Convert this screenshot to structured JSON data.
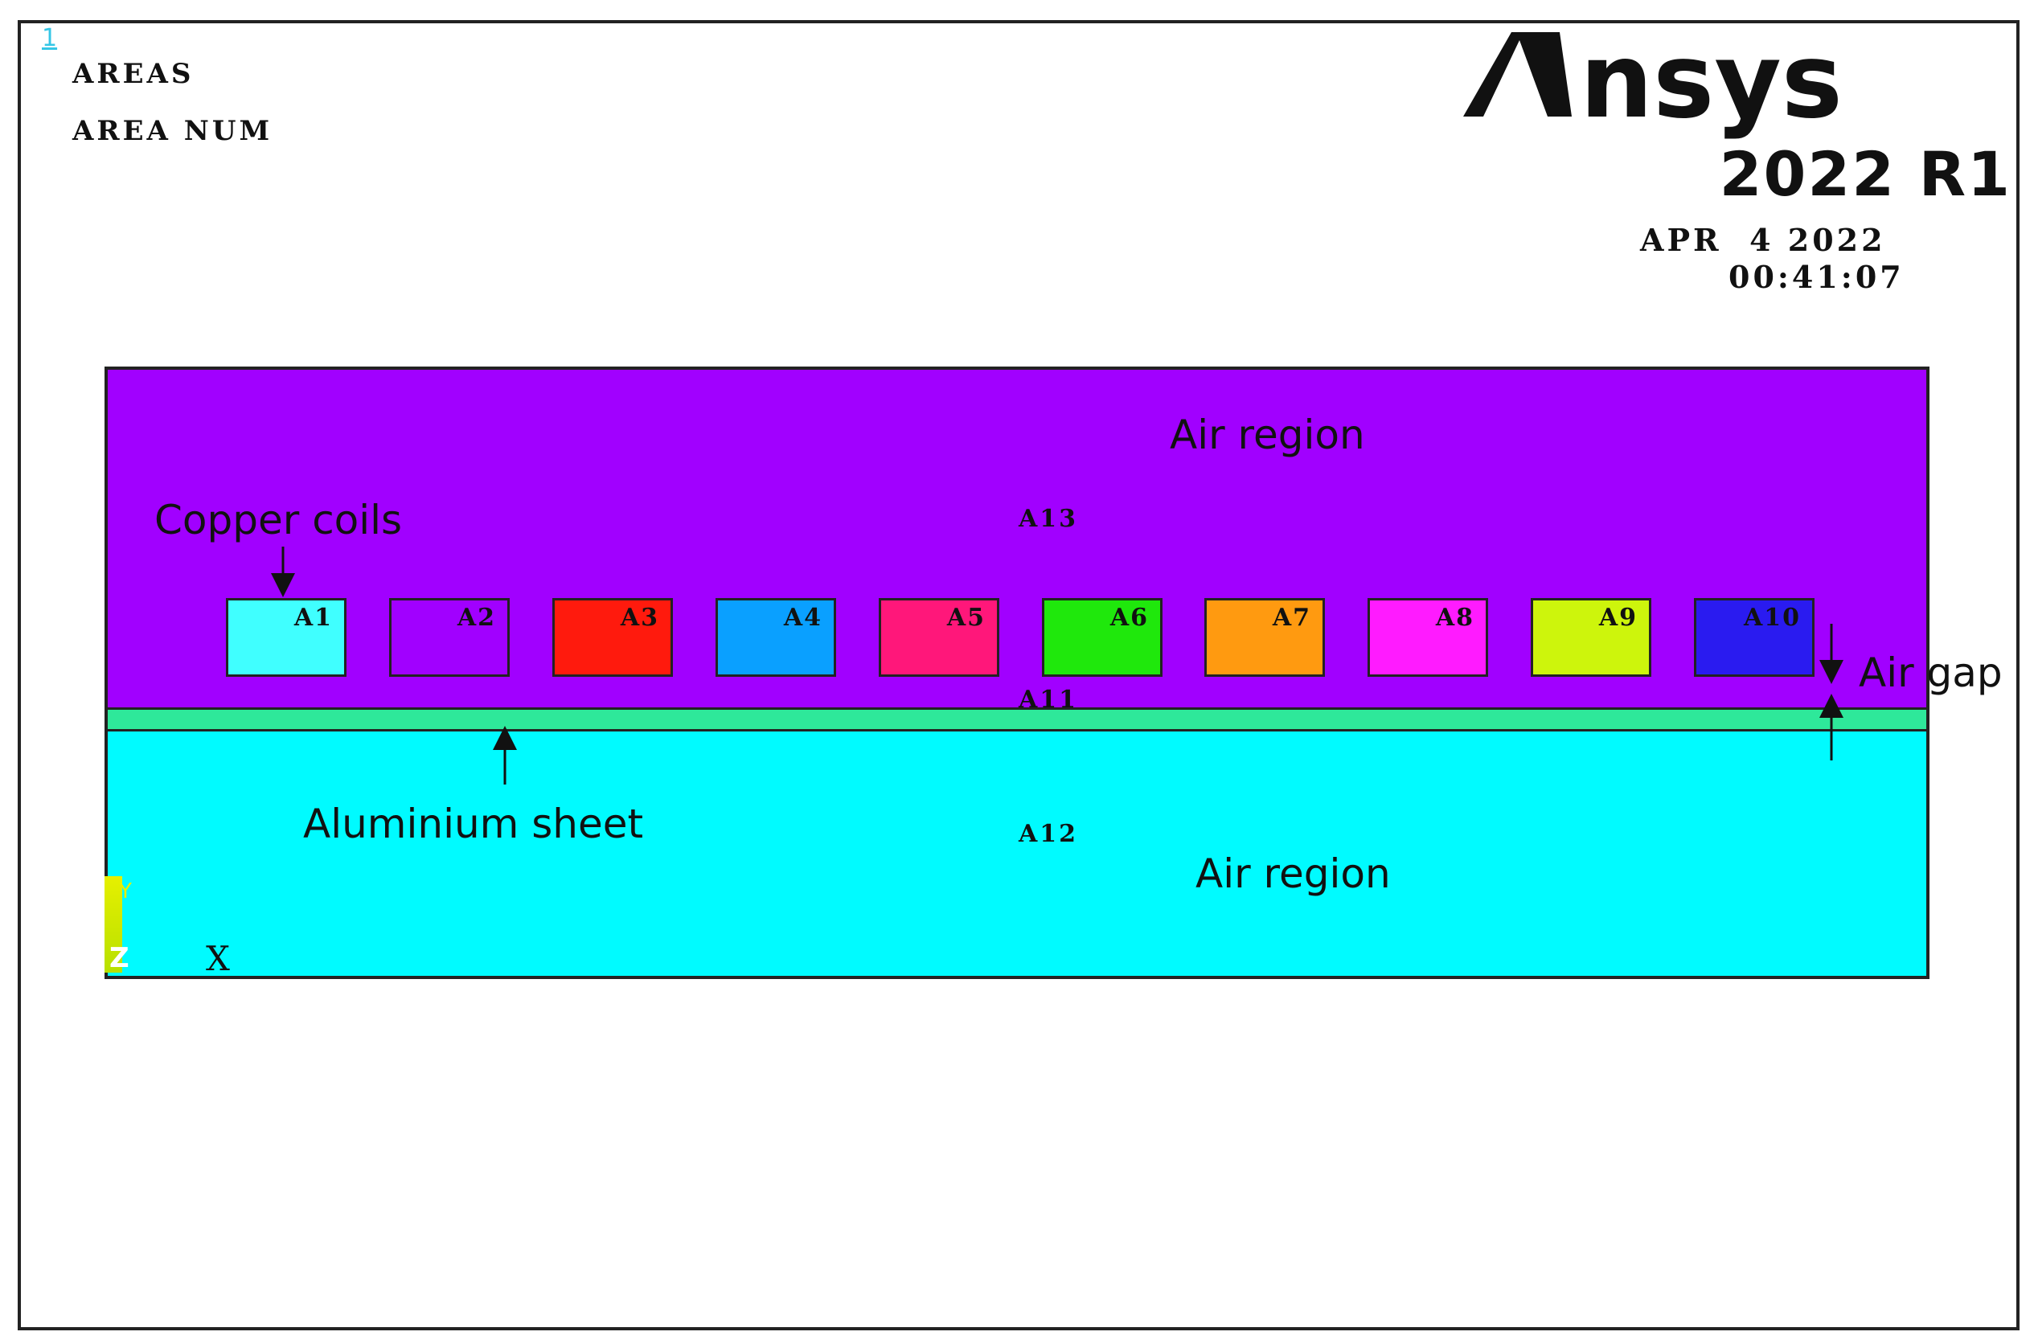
{
  "window": {
    "number": "1"
  },
  "header": {
    "line1": "AREAS",
    "line2": "AREA NUM"
  },
  "logo": {
    "brand": "Ansys",
    "version": "2022 R1"
  },
  "timestamp": {
    "date": "APR  4 2022",
    "time": "00:41:07"
  },
  "coils": [
    {
      "label": "A1",
      "color": "#40ffff"
    },
    {
      "label": "A2",
      "color": "#a100ff"
    },
    {
      "label": "A3",
      "color": "#ff1a0d"
    },
    {
      "label": "A4",
      "color": "#0aa0ff"
    },
    {
      "label": "A5",
      "color": "#ff177a"
    },
    {
      "label": "A6",
      "color": "#1fe80c"
    },
    {
      "label": "A7",
      "color": "#ff9a10"
    },
    {
      "label": "A8",
      "color": "#ff1bff"
    },
    {
      "label": "A9",
      "color": "#cdf50c"
    },
    {
      "label": "A10",
      "color": "#2a1bf0"
    }
  ],
  "areas": {
    "air_top": "A13",
    "sheet": "A11",
    "air_bottom": "A12"
  },
  "annotations": {
    "air_region_top": "Air region",
    "copper_coils": "Copper coils",
    "air_gap": "Air gap",
    "aluminium_sheet": "Aluminium sheet",
    "air_region_bottom": "Air region"
  },
  "triad": {
    "x": "X",
    "y": "Y",
    "z": "Z"
  },
  "colors": {
    "air_top": "#a100ff",
    "sheet": "#2ee89a",
    "air_bottom": "#00fbff"
  }
}
